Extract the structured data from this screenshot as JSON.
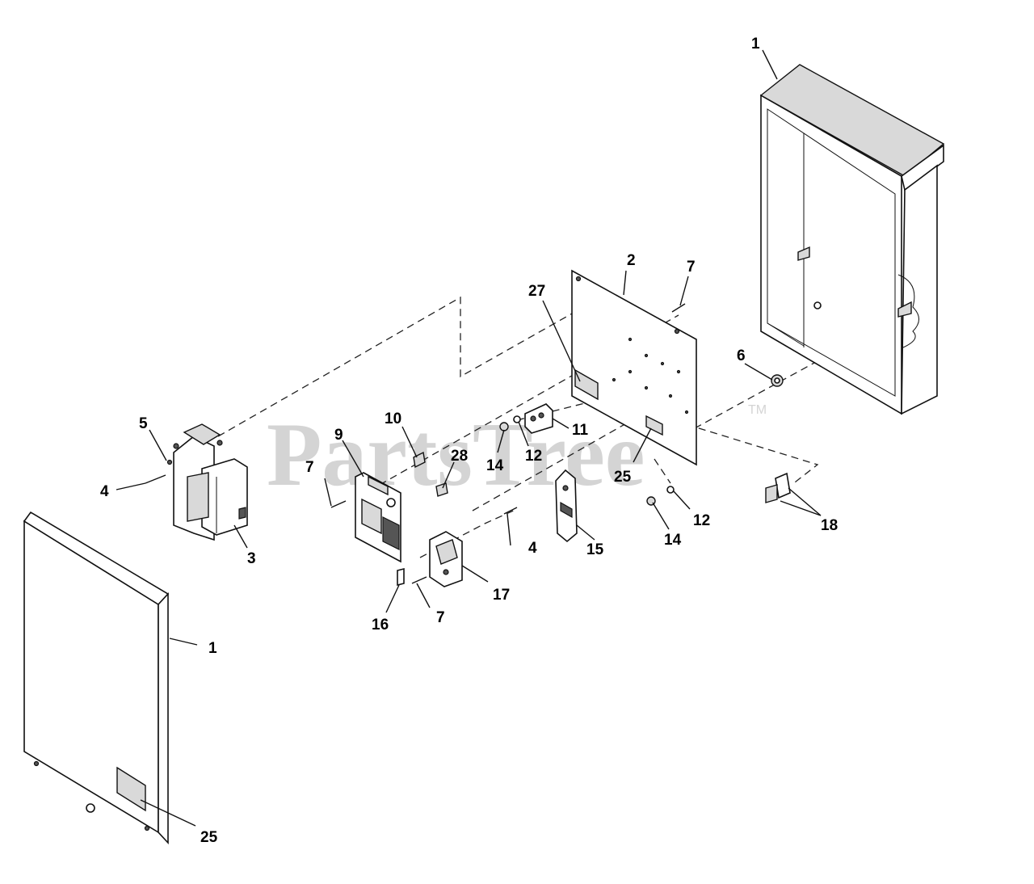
{
  "watermark": {
    "brand": "PartsTree",
    "trademark": "TM"
  },
  "callouts": {
    "enclosure_top": "1",
    "enclosure_door": "1",
    "back_panel": "2",
    "contactor": "3",
    "screw_left": "4",
    "screw_mid": "4",
    "washer_small": "5",
    "nut_6": "6",
    "screw_7_left": "7",
    "screw_7_top": "7",
    "screw_7_bottom": "7",
    "circuit_board": "9",
    "standoff": "10",
    "terminal_block_11": "11",
    "washer_12_upper": "12",
    "washer_12_lower": "12",
    "nut_14_upper": "14",
    "nut_14_lower": "14",
    "bracket_15": "15",
    "fuse_16": "16",
    "fuse_holder_17": "17",
    "lug_18": "18",
    "label_25_panel": "25",
    "label_25_door": "25",
    "label_27": "27",
    "clip_28": "28"
  }
}
